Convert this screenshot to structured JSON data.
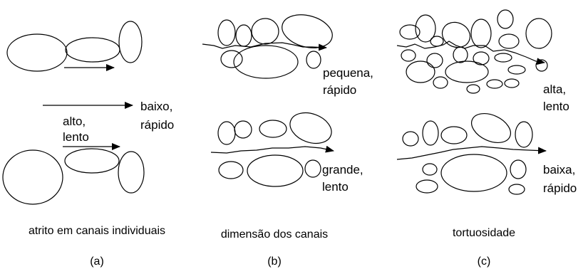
{
  "panels": {
    "a": {
      "caption": "atrito em canais individuais",
      "panel_label": "(a)",
      "label_fast": [
        "baixo,",
        "rápido"
      ],
      "label_slow": [
        "alto,",
        "lento"
      ]
    },
    "b": {
      "caption": "dimensão dos canais",
      "panel_label": "(b)",
      "label_top": [
        "pequena,",
        "rápido"
      ],
      "label_bottom": [
        "grande,",
        "lento"
      ]
    },
    "c": {
      "caption": "tortuosidade",
      "panel_label": "(c)",
      "label_top": [
        "alta,",
        "lento"
      ],
      "label_bottom": [
        "baixa,",
        "rápido"
      ]
    }
  },
  "colors": {
    "stroke": "#000000",
    "background": "#ffffff"
  }
}
